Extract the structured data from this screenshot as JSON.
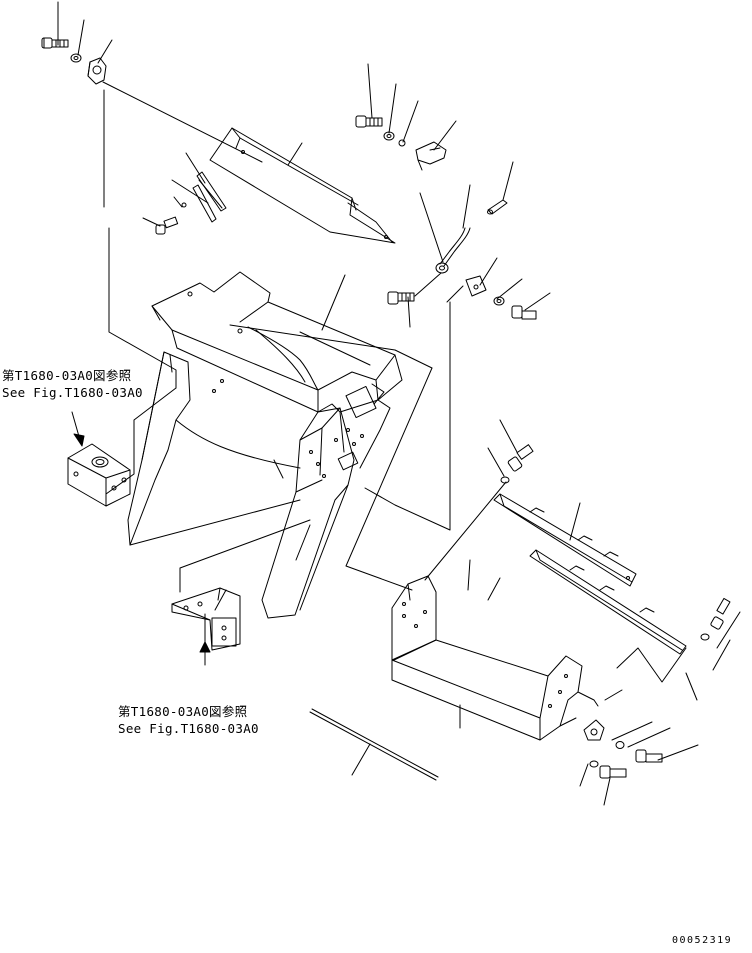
{
  "references": [
    {
      "jp": "第T1680-03A0図参照",
      "en": "See Fig.T1680-03A0"
    },
    {
      "jp": "第T1680-03A0図参照",
      "en": "See Fig.T1680-03A0"
    }
  ],
  "drawing_number": "00052319"
}
